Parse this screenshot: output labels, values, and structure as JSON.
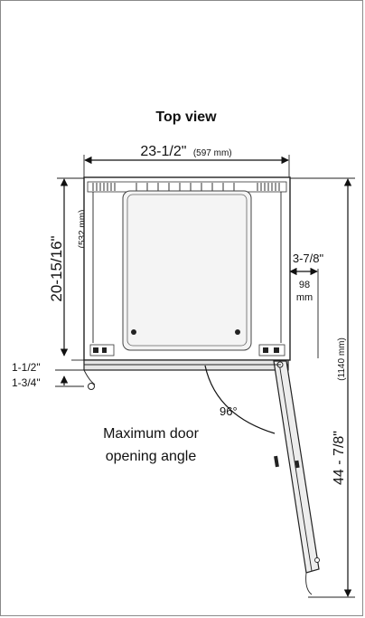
{
  "title": "Top view",
  "width": {
    "main": "23-1/2\"",
    "sub": "(597 mm)"
  },
  "depth": {
    "main": "20-15/16\"",
    "sub": "(532 mm)"
  },
  "clearance": {
    "main": "3-7/8\"",
    "sub1": "98",
    "sub2": "mm"
  },
  "overall_depth": {
    "main": "44 - 7/8\"",
    "sub": "(1140 mm)"
  },
  "offset_a": "1-1/2\"",
  "offset_b": "1-3/4\"",
  "angle": "96°",
  "caption": {
    "line1": "Maximum door",
    "line2": "opening angle"
  },
  "colors": {
    "line": "#222222",
    "text": "#111111"
  }
}
